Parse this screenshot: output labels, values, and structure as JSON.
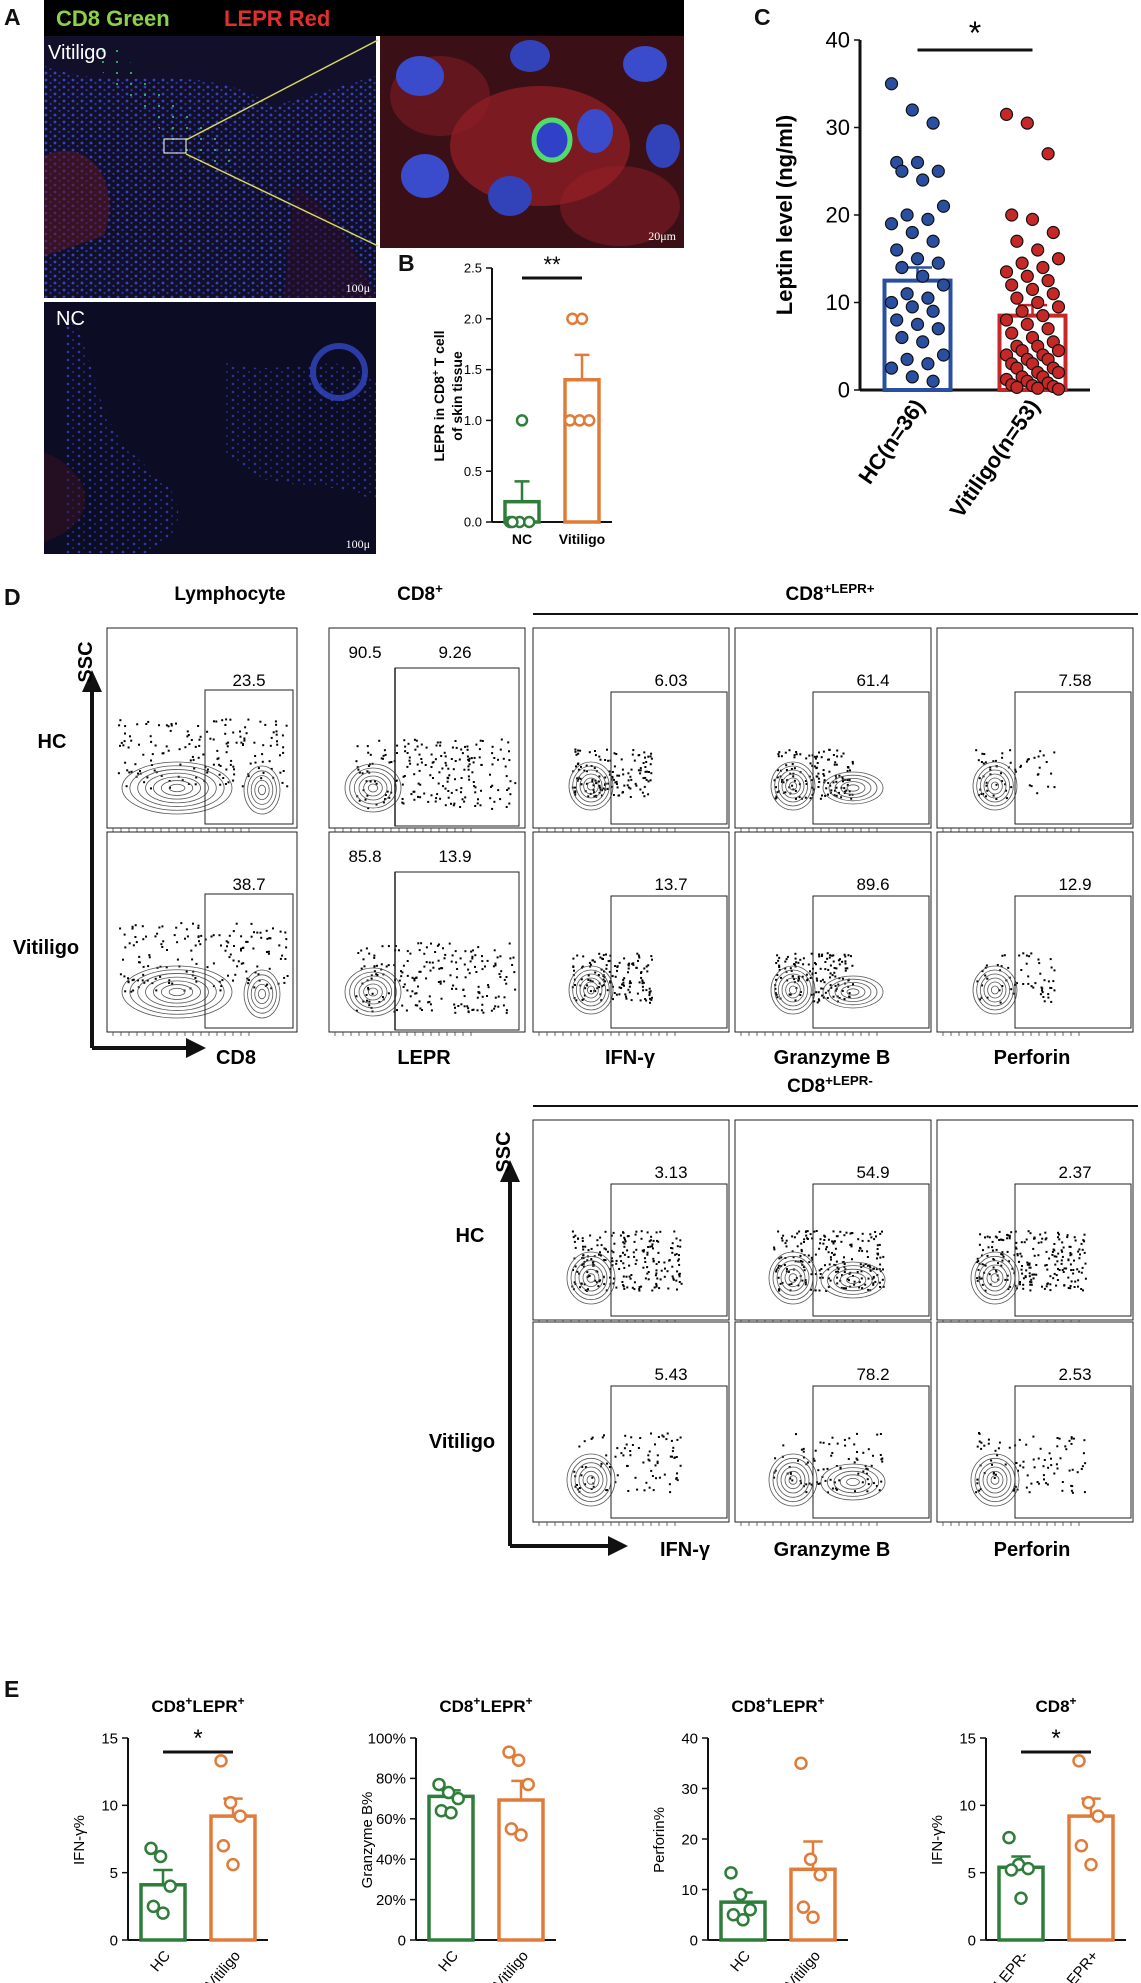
{
  "panelA": {
    "label": "A",
    "stain_green": "CD8 Green",
    "stain_red": "LEPR Red",
    "vitiligo_label": "Vitiligo",
    "nc_label": "NC",
    "scale_100": "100μ",
    "scale_100_m": "m",
    "scale_20": "20μm"
  },
  "panelB": {
    "label": "B",
    "sig": "**",
    "ylabel_line1": "LEPR in CD8",
    "ylabel_sup": "+",
    "ylabel_line1_tail": " T cell",
    "ylabel_line2": "of skin tissue",
    "chart_data": {
      "type": "bar",
      "categories": [
        "NC",
        "Vitiligo"
      ],
      "values": [
        0.2,
        1.4
      ],
      "errors": [
        0.2,
        0.245
      ],
      "points": [
        [
          0,
          0,
          0,
          0,
          1.0
        ],
        [
          1.0,
          1.0,
          1.0,
          2.0,
          2.0
        ]
      ],
      "yticks": [
        0.0,
        0.5,
        1.0,
        1.5,
        2.0,
        2.5
      ],
      "ytick_labels": [
        "0.0",
        "0.5",
        "1.0",
        "1.5",
        "2.0",
        "2.5"
      ],
      "ylim": [
        0,
        2.5
      ],
      "colors": [
        "#2e7d3a",
        "#e07b39"
      ]
    }
  },
  "panelC": {
    "label": "C",
    "sig": "*",
    "ylabel": "Leptin level (ng/ml)",
    "chart_data": {
      "type": "bar",
      "categories": [
        "HC(n=36)",
        "Vitiligo(n=53)"
      ],
      "values": [
        12.5,
        8.5
      ],
      "errors": [
        1.5,
        1.2
      ],
      "points": [
        [
          35,
          32,
          30.5,
          26,
          26,
          25,
          25,
          24,
          21,
          20,
          19.5,
          19,
          18,
          17,
          16,
          15,
          14.5,
          14,
          13,
          12,
          11,
          10.5,
          10,
          9.5,
          9,
          8,
          7.5,
          7,
          6,
          5.5,
          4,
          3.5,
          3,
          2.5,
          1.5,
          1
        ],
        [
          31.5,
          30.5,
          27,
          20,
          19.5,
          18,
          17,
          16,
          15,
          14.5,
          14,
          13.5,
          13,
          12.5,
          12,
          11.5,
          11,
          10.5,
          10,
          9.5,
          9,
          8.5,
          8,
          7.5,
          7,
          6.5,
          6,
          5.5,
          5,
          5,
          4.5,
          4.5,
          4,
          4,
          3.5,
          3.5,
          3,
          3,
          2.5,
          2.5,
          2,
          2,
          1.5,
          1.5,
          1.2,
          1,
          0.8,
          0.6,
          0.5,
          0.4,
          0.3,
          0.2,
          0.1
        ]
      ],
      "yticks": [
        0,
        10,
        20,
        30,
        40
      ],
      "ytick_labels": [
        "0",
        "10",
        "20",
        "30",
        "40"
      ],
      "ylim": [
        0,
        40
      ],
      "colors": [
        "#2a4fa0",
        "#c62828"
      ]
    }
  },
  "panelD": {
    "label": "D",
    "col_titles": [
      "Lymphocyte",
      "CD8",
      "CD8",
      "CD8"
    ],
    "col_sup": [
      "",
      "+",
      "+LEPR+",
      "+LEPR-"
    ],
    "rows_top": [
      "HC",
      "Vitiligo"
    ],
    "rows_bottom": [
      "HC",
      "Vitiligo"
    ],
    "axis_ssc": "SSC",
    "top_xlabels": [
      "CD8",
      "LEPR",
      "IFN-γ",
      "Granzyme B",
      "Perforin"
    ],
    "bottom_xlabels": [
      "IFN-γ",
      "Granzyme B",
      "Perforin"
    ],
    "top_hc_values": [
      "23.5",
      "90.5",
      "9.26",
      "6.03",
      "61.4",
      "7.58"
    ],
    "top_vit_values": [
      "38.7",
      "85.8",
      "13.9",
      "13.7",
      "89.6",
      "12.9"
    ],
    "bot_hc_values": [
      "3.13",
      "54.9",
      "2.37"
    ],
    "bot_vit_values": [
      "5.43",
      "78.2",
      "2.53"
    ]
  },
  "panelE": {
    "label": "E",
    "charts": [
      {
        "title": "CD8",
        "title_sup": "+",
        "title_mid": "LEPR",
        "title_sup2": "+",
        "ylabel": "IFN-γ%",
        "sig": "*",
        "chart_data": {
          "type": "bar",
          "categories": [
            "HC",
            "Vitiligo"
          ],
          "values": [
            4.1,
            9.2
          ],
          "errors": [
            1.1,
            1.3
          ],
          "points": [
            [
              6.8,
              6.2,
              4.0,
              2.5,
              2.0
            ],
            [
              13.3,
              10.2,
              9.2,
              7.0,
              5.6
            ]
          ],
          "yticks": [
            0,
            5,
            10,
            15
          ],
          "ytick_labels": [
            "0",
            "5",
            "10",
            "15"
          ],
          "ylim": [
            0,
            15
          ],
          "colors": [
            "#2e7d3a",
            "#e07b39"
          ]
        }
      },
      {
        "title": "CD8",
        "title_sup": "+",
        "title_mid": "LEPR",
        "title_sup2": "+",
        "ylabel": "Granzyme B%",
        "sig": "",
        "chart_data": {
          "type": "bar",
          "categories": [
            "HC",
            "Vitiligo"
          ],
          "values": [
            71.1,
            69.3
          ],
          "errors": [
            3.0,
            9.5
          ],
          "points": [
            [
              77,
              73,
              70,
              64,
              63
            ],
            [
              93,
              89,
              77,
              55,
              52
            ]
          ],
          "yticks": [
            0,
            20,
            40,
            60,
            80,
            100
          ],
          "ytick_labels": [
            "0",
            "20%",
            "40%",
            "60%",
            "80%",
            "100%"
          ],
          "ylim": [
            0,
            100
          ],
          "colors": [
            "#2e7d3a",
            "#e07b39"
          ]
        }
      },
      {
        "title": "CD8",
        "title_sup": "+",
        "title_mid": "LEPR",
        "title_sup2": "+",
        "ylabel": "Perforin%",
        "sig": "",
        "chart_data": {
          "type": "bar",
          "categories": [
            "HC",
            "Vitiligo"
          ],
          "values": [
            7.5,
            14.0
          ],
          "errors": [
            1.9,
            5.5
          ],
          "points": [
            [
              13.3,
              9.0,
              6.0,
              5.0,
              4.0
            ],
            [
              35.0,
              16.0,
              12.9,
              6.5,
              4.5
            ]
          ],
          "yticks": [
            0,
            10,
            20,
            30,
            40
          ],
          "ytick_labels": [
            "0",
            "10",
            "20",
            "30",
            "40"
          ],
          "ylim": [
            0,
            40
          ],
          "colors": [
            "#2e7d3a",
            "#e07b39"
          ]
        }
      },
      {
        "title": "CD8",
        "title_sup": "+",
        "title_mid": "",
        "title_sup2": "",
        "ylabel": "IFN-γ%",
        "sig": "*",
        "chart_data": {
          "type": "bar",
          "categories": [
            "LEPR-",
            "LEPR+"
          ],
          "values": [
            5.4,
            9.2
          ],
          "errors": [
            0.8,
            1.3
          ],
          "points": [
            [
              7.6,
              5.6,
              5.3,
              5.2,
              3.1
            ],
            [
              13.3,
              10.2,
              9.2,
              7.0,
              5.6
            ]
          ],
          "yticks": [
            0,
            5,
            10,
            15
          ],
          "ytick_labels": [
            "0",
            "5",
            "10",
            "15"
          ],
          "ylim": [
            0,
            15
          ],
          "colors": [
            "#2e7d3a",
            "#e07b39"
          ]
        }
      }
    ]
  }
}
